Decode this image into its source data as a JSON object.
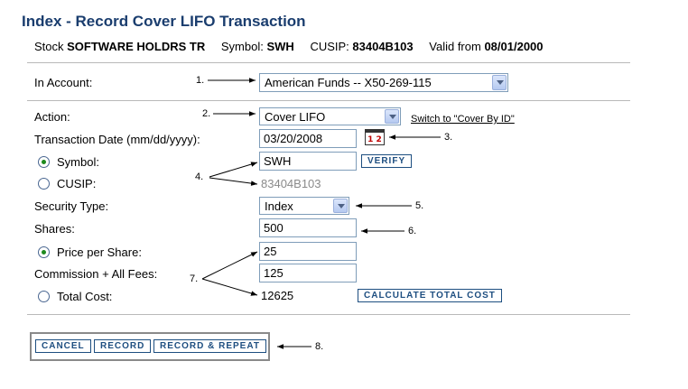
{
  "page": {
    "title": "Index - Record Cover LIFO Transaction"
  },
  "info": {
    "stock_label": "Stock",
    "stock_value": "SOFTWARE HOLDRS TR",
    "symbol_label": "Symbol:",
    "symbol_value": "SWH",
    "cusip_label": "CUSIP:",
    "cusip_value": "83404B103",
    "valid_label": "Valid from",
    "valid_value": "08/01/2000"
  },
  "form": {
    "account_label": "In Account:",
    "account_value": "American Funds -- X50-269-115",
    "action_label": "Action:",
    "action_value": "Cover LIFO",
    "switch_link": "Switch to \"Cover By ID\"",
    "date_label": "Transaction Date (mm/dd/yyyy):",
    "date_value": "03/20/2008",
    "symbol_label": "Symbol:",
    "symbol_value": "SWH",
    "verify_label": "VERIFY",
    "cusip_label": "CUSIP:",
    "cusip_value": "83404B103",
    "security_type_label": "Security Type:",
    "security_type_value": "Index",
    "shares_label": "Shares:",
    "shares_value": "500",
    "price_label": "Price per Share:",
    "price_value": "25",
    "commission_label": "Commission + All Fees:",
    "commission_value": "125",
    "total_label": "Total Cost:",
    "total_value": "12625",
    "calc_label": "CALCULATE TOTAL COST"
  },
  "buttons": {
    "cancel": "CANCEL",
    "record": "RECORD",
    "record_repeat": "RECORD & REPEAT"
  },
  "annotations": {
    "a1": "1.",
    "a2": "2.",
    "a3": "3.",
    "a4": "4.",
    "a5": "5.",
    "a6": "6.",
    "a7": "7.",
    "a8": "8."
  },
  "calendar_icon_text": "1 2"
}
